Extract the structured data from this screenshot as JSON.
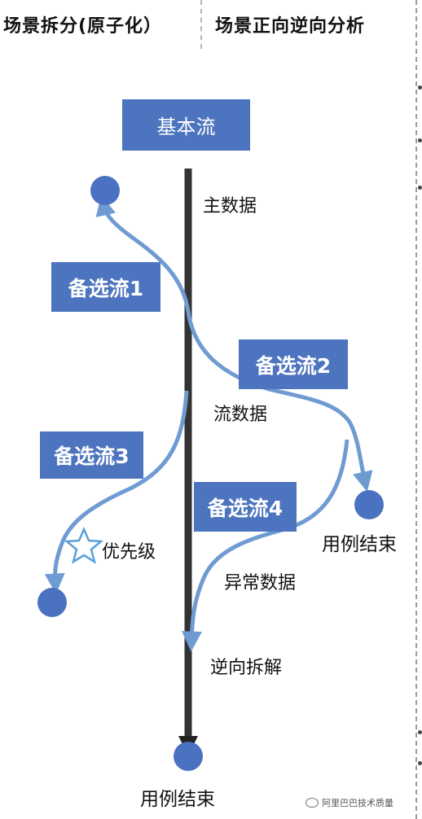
{
  "header": {
    "left_title": "场景拆分(原子化）",
    "right_title": "场景正向逆向分析"
  },
  "diagram": {
    "basic_flow": "基本流",
    "alt_flow_1": "备选流1",
    "alt_flow_2": "备选流2",
    "alt_flow_3": "备选流3",
    "alt_flow_4": "备选流4",
    "main_data": "主数据",
    "flow_data": "流数据",
    "priority": "优先级",
    "exception_data": "异常数据",
    "reverse_decompose": "逆向拆解",
    "use_case_end_right": "用例结束",
    "use_case_end_bottom": "用例结束"
  },
  "watermark": {
    "text": "阿里巴巴技术质量"
  },
  "colors": {
    "box_fill": "#4d74be",
    "curve": "#6f9bd3",
    "main_line": "#333333",
    "node": "#4a72c0",
    "star": "#5aa0d8"
  }
}
